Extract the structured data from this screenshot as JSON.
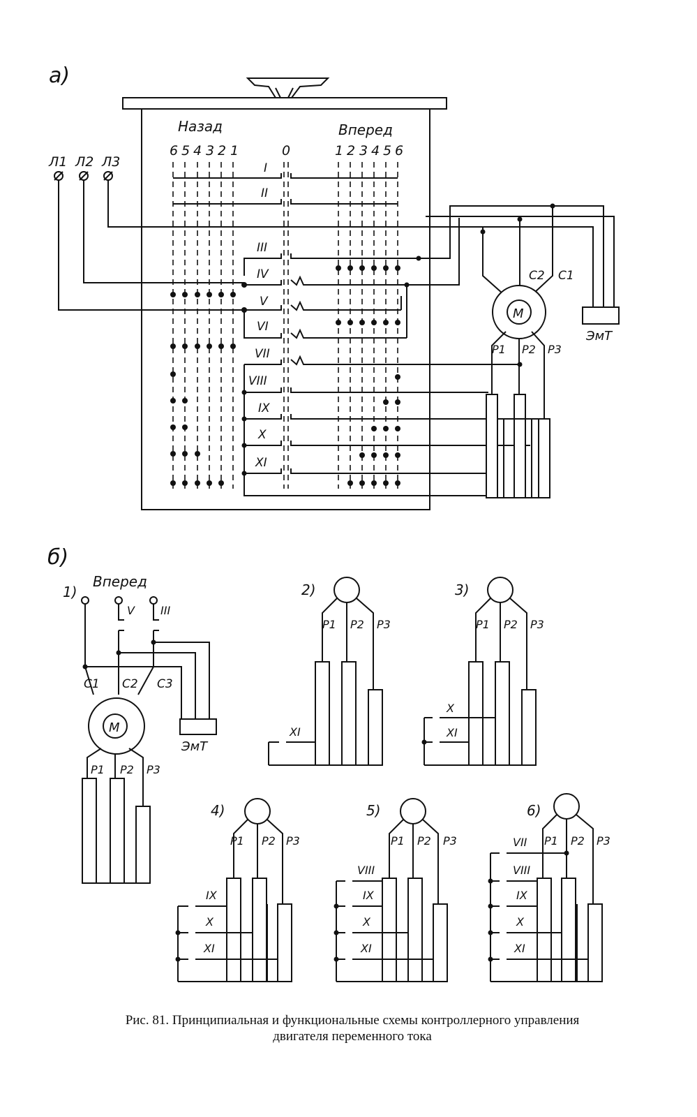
{
  "part_a": {
    "label": "а)",
    "backward_label": "Назад",
    "forward_label": "Вперед",
    "backward_positions": [
      "6",
      "5",
      "4",
      "3",
      "2",
      "1"
    ],
    "zero_position": "0",
    "forward_positions": [
      "1",
      "2",
      "3",
      "4",
      "5",
      "6"
    ],
    "lines": [
      "Л1",
      "Л2",
      "Л3"
    ],
    "rows": [
      "I",
      "II",
      "III",
      "IV",
      "V",
      "VI",
      "VII",
      "VIII",
      "IX",
      "X",
      "XI"
    ],
    "stator": [
      "С2",
      "С1"
    ],
    "rotor": [
      "Р1",
      "Р2",
      "Р3"
    ],
    "motor": "М",
    "brake": "ЭмТ"
  },
  "part_b": {
    "label": "б)",
    "diagrams": [
      {
        "number": "1)",
        "title": "Вперед",
        "contacts": [
          "V",
          "III"
        ],
        "stator": [
          "С1",
          "С2",
          "С3"
        ],
        "motor": "М",
        "brake": "ЭмТ",
        "rotor": [
          "Р1",
          "Р2",
          "Р3"
        ]
      },
      {
        "number": "2)",
        "rotor": [
          "Р1",
          "Р2",
          "Р3"
        ],
        "contacts": [
          "XI"
        ]
      },
      {
        "number": "3)",
        "rotor": [
          "Р1",
          "Р2",
          "Р3"
        ],
        "contacts": [
          "X",
          "XI"
        ]
      },
      {
        "number": "4)",
        "rotor": [
          "Р1",
          "Р2",
          "Р3"
        ],
        "contacts": [
          "IX",
          "X",
          "XI"
        ]
      },
      {
        "number": "5)",
        "rotor": [
          "Р1",
          "Р2",
          "Р3"
        ],
        "contacts": [
          "VIII",
          "IX",
          "X",
          "XI"
        ]
      },
      {
        "number": "6)",
        "rotor": [
          "Р1",
          "Р2",
          "Р3"
        ],
        "contacts": [
          "VII",
          "VIII",
          "IX",
          "X",
          "XI"
        ]
      }
    ]
  },
  "caption": {
    "line1": "Рис. 81. Принципиальная и функциональные схемы контроллерного управления",
    "line2": "двигателя переменного тока"
  }
}
